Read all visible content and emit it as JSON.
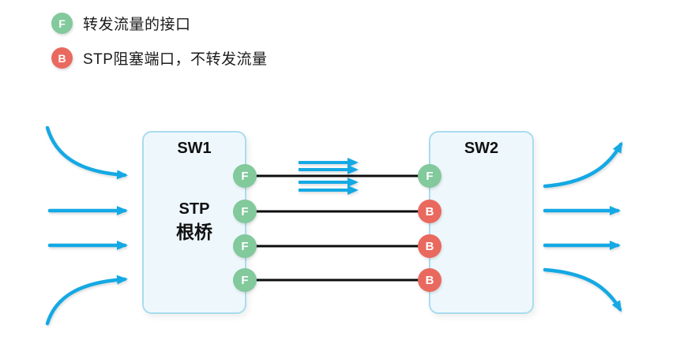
{
  "legend": {
    "items": [
      {
        "symbol": "F",
        "type": "forwarding",
        "color": "#82c99c",
        "label": "转发流量的接口"
      },
      {
        "symbol": "B",
        "type": "blocking",
        "color": "#e9695f",
        "label": "STP阻塞端口，不转发流量"
      }
    ]
  },
  "diagram": {
    "sw1": {
      "title": "SW1",
      "role_line1": "STP",
      "role_line2": "根桥",
      "ports": [
        {
          "label": "F",
          "state": "forwarding"
        },
        {
          "label": "F",
          "state": "forwarding"
        },
        {
          "label": "F",
          "state": "forwarding"
        },
        {
          "label": "F",
          "state": "forwarding"
        }
      ]
    },
    "sw2": {
      "title": "SW2",
      "ports": [
        {
          "label": "F",
          "state": "forwarding"
        },
        {
          "label": "B",
          "state": "blocking"
        },
        {
          "label": "B",
          "state": "blocking"
        },
        {
          "label": "B",
          "state": "blocking"
        }
      ]
    },
    "link_count": 4,
    "active_link_index": 0,
    "incoming_arrow_count": 4,
    "outgoing_arrow_count": 4,
    "traffic_flow_arrow_count": 4,
    "colors": {
      "forwarding_port": "#82c99c",
      "blocking_port": "#e9695f",
      "traffic_arrow": "#14a9e4",
      "link_line": "#0d0d0d",
      "switch_fill": "#eef8fc",
      "switch_border": "#a9dcee"
    }
  }
}
